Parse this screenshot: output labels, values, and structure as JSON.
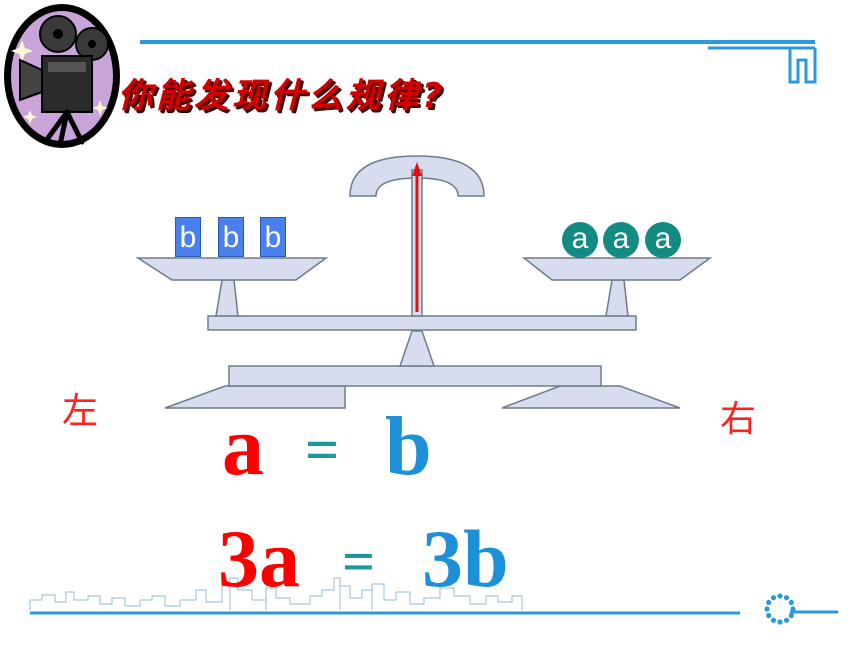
{
  "slide": {
    "title": "你能发现什么规律?",
    "left_label": "左",
    "right_label": "右"
  },
  "scale": {
    "left_pan_weights": [
      "b",
      "b",
      "b"
    ],
    "right_pan_weights": [
      "a",
      "a",
      "a"
    ]
  },
  "equations": [
    {
      "left": "a",
      "sign": "=",
      "right": "b"
    },
    {
      "left": "3a",
      "sign": "=",
      "right": "3b"
    }
  ],
  "colors": {
    "red": "#ff0000",
    "blue": "#1e90d8",
    "teal": "#1a9a9a",
    "line_blue": "#2a9ad8",
    "scale_fill": "#d8dcef",
    "weight_block": "#4a80ee",
    "weight_ball": "#138a82"
  },
  "icons": [
    "film-camera-icon",
    "skyline-decoration",
    "dotted-circle-icon"
  ]
}
